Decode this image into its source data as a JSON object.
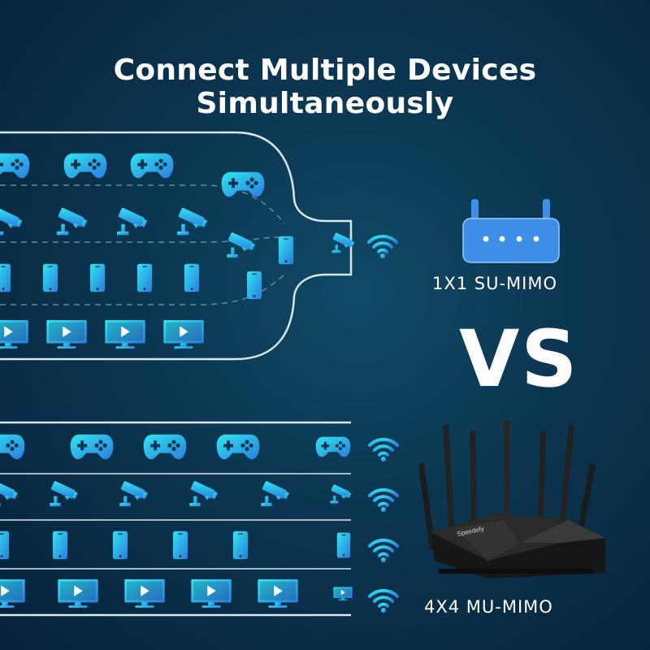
{
  "title": "Connect Multiple Devices Simultaneously",
  "single_router_label": "1X1 SU-MIMO",
  "vs_text": "VS",
  "multi_router_label": "4X4 MU-MIMO",
  "router_brand": "Speedefy",
  "colors": {
    "background": "#0b3550",
    "icon_cyan": "#2ee6f0",
    "icon_blue": "#2b7de0",
    "router_blue": "#3f8ee8",
    "router_black": "#1a1a1a"
  },
  "device_icons": [
    "gamepad-icon",
    "security-camera-icon",
    "smartphone-icon",
    "monitor-play-icon",
    "wifi-icon"
  ]
}
